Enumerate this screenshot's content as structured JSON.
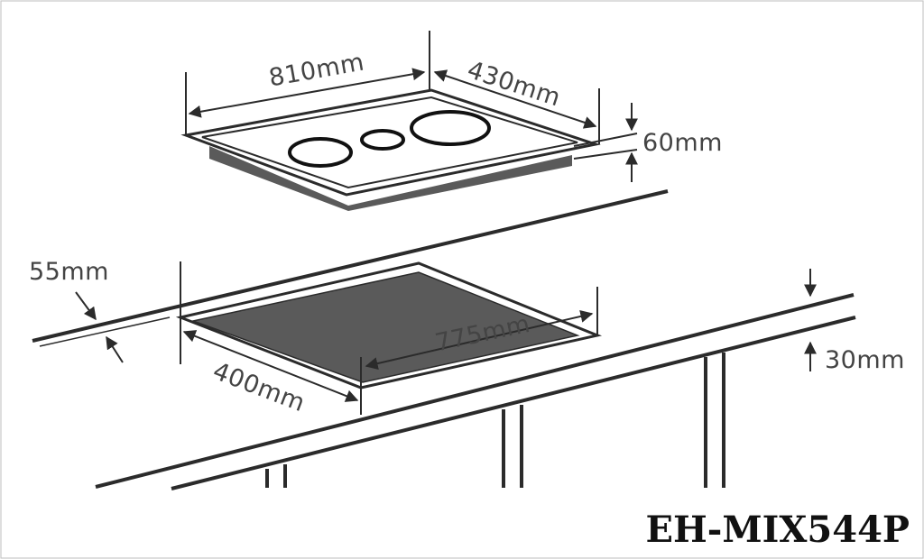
{
  "model": "EH-MIX544P",
  "dimensions": {
    "hob_width": "810mm",
    "hob_depth": "430mm",
    "hob_height": "60mm",
    "cutout_width": "775mm",
    "cutout_depth": "400mm",
    "edge_distance": "55mm",
    "countertop_thickness": "30mm"
  },
  "colors": {
    "line": "#2b2b2b",
    "recess": "#5a5a5a",
    "text": "#444444"
  }
}
